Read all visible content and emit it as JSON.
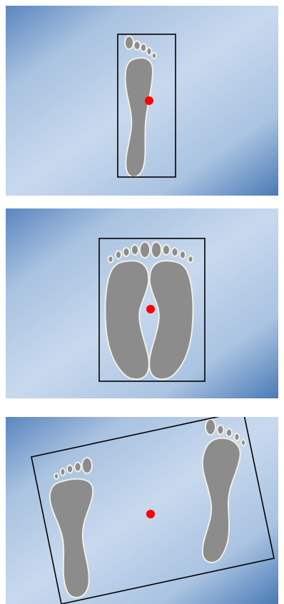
{
  "figure": {
    "panels": [
      {
        "stance": "single-foot"
      },
      {
        "stance": "feet-together"
      },
      {
        "stance": "feet-apart"
      }
    ]
  },
  "colors": {
    "background_light": "#c7d8ec",
    "background_dark": "#4f7fb8",
    "foot_fill": "#8c8c8c",
    "foot_outline": "#f0efe6",
    "bounding_box": "#000000",
    "center_marker": "#ff0000"
  }
}
